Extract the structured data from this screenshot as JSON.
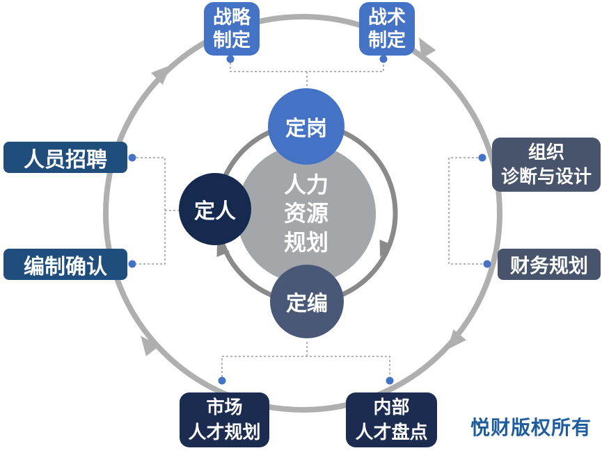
{
  "palette": {
    "blue": "#4472C4",
    "steel": "#1F4E7C",
    "slate": "#47546C",
    "slate_circle": "#4A5878",
    "navy": "#1C2C50",
    "navy_circle": "#152A4E",
    "center_gray": "#A3A7AA",
    "ring_outer": "#AFAFAF",
    "ring_inner": "#8A8A8A",
    "connector": "#9A9A9A",
    "dot": "#4472C4",
    "watermark": "#1D5C9E"
  },
  "center": {
    "label": "人力\n资源\n规划"
  },
  "nodes": {
    "top": {
      "label": "定岗"
    },
    "left": {
      "label": "定人"
    },
    "bottom": {
      "label": "定编"
    }
  },
  "boxes": {
    "strategy": {
      "label": "战略\n制定"
    },
    "tactics": {
      "label": "战术\n制定"
    },
    "recruitment": {
      "label": "人员招聘"
    },
    "establishment": {
      "label": "编制确认"
    },
    "organization": {
      "label": "组织\n诊断与设计"
    },
    "finance": {
      "label": "财务规划"
    },
    "market": {
      "label": "市场\n人才规划"
    },
    "internal": {
      "label": "内部\n人才盘点"
    }
  },
  "watermark": {
    "text": "悦财版权所有"
  }
}
